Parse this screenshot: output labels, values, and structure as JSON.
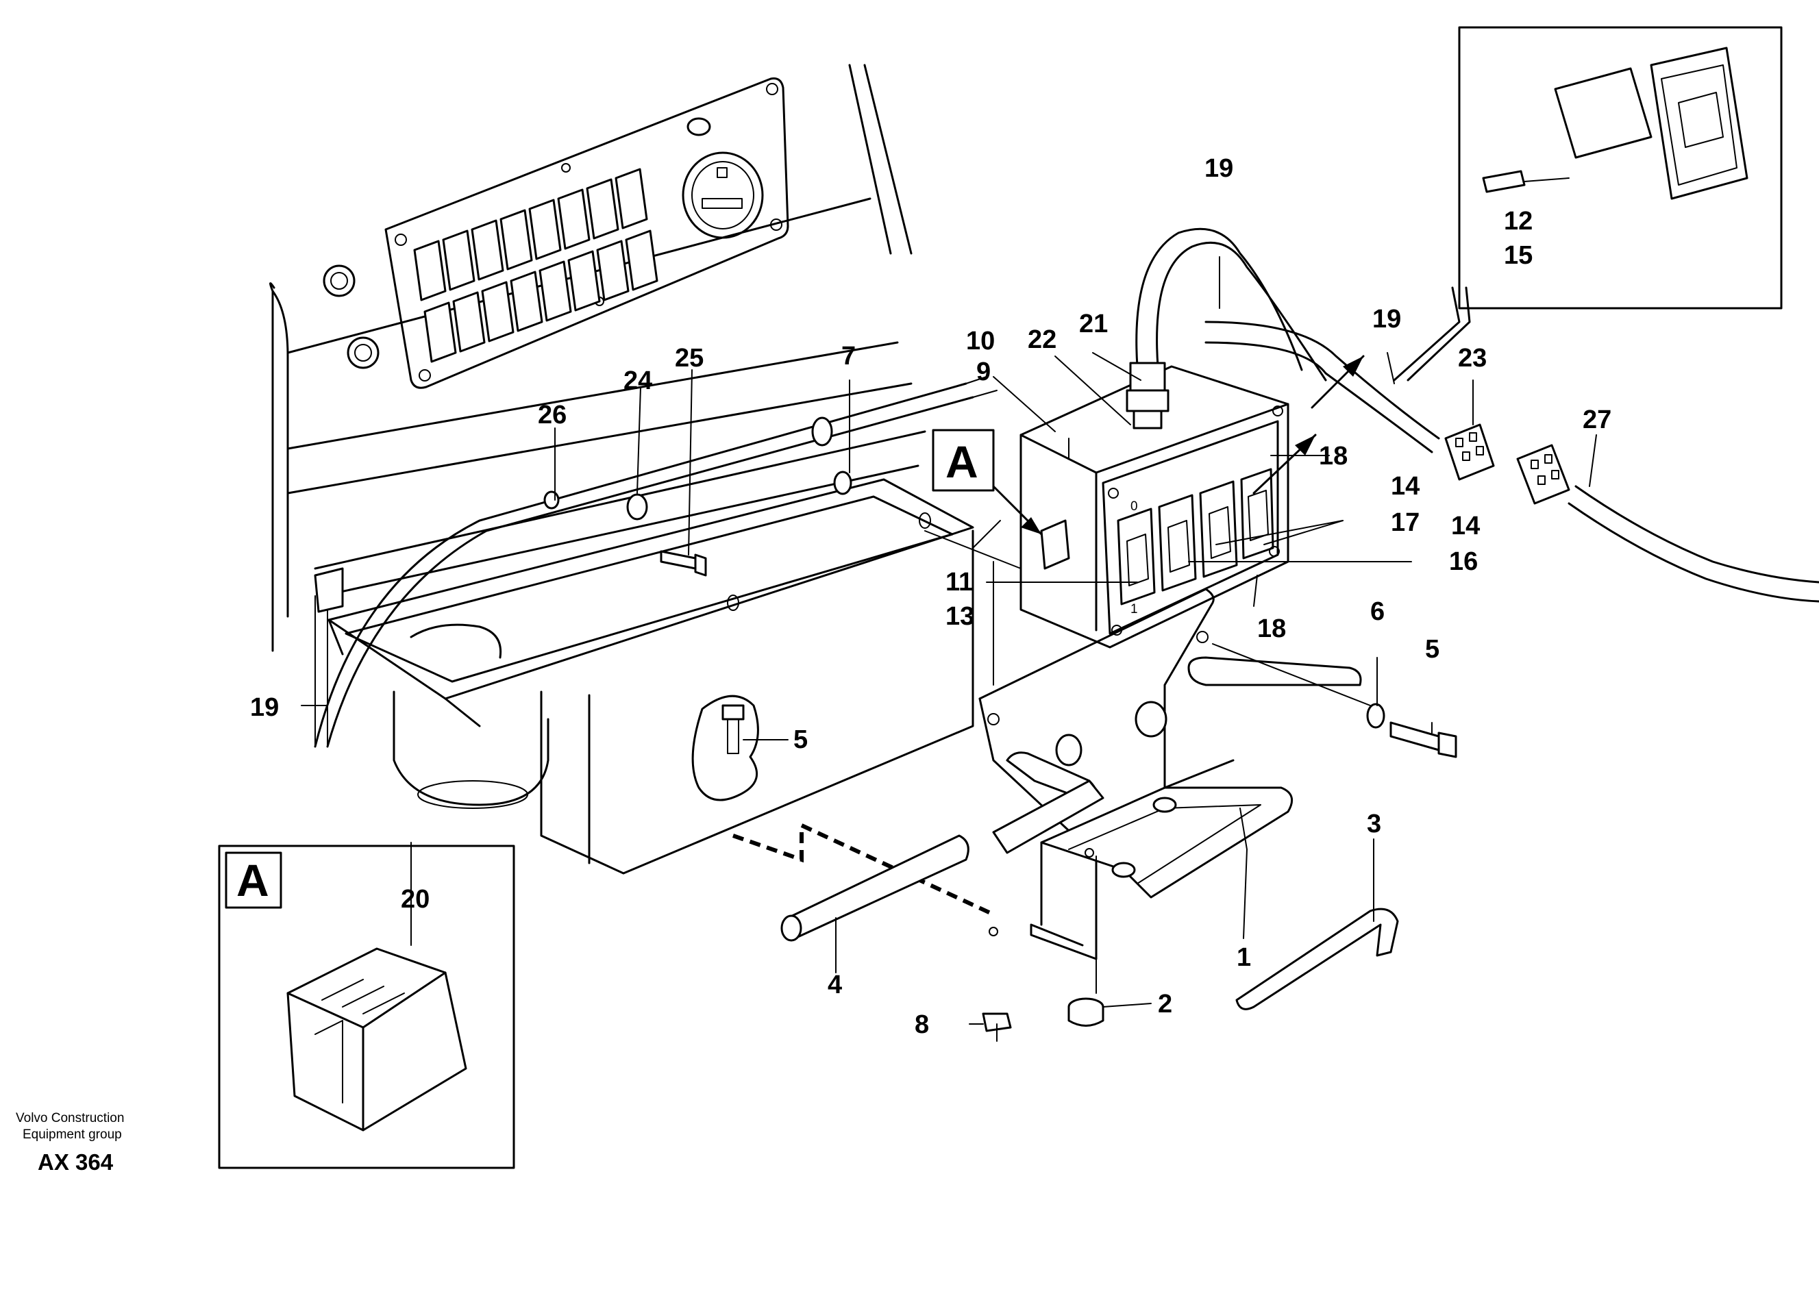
{
  "callouts": [
    {
      "id": "1",
      "text": "1"
    },
    {
      "id": "2",
      "text": "2"
    },
    {
      "id": "3",
      "text": "3"
    },
    {
      "id": "4",
      "text": "4"
    },
    {
      "id": "5a",
      "text": "5"
    },
    {
      "id": "5b",
      "text": "5"
    },
    {
      "id": "6",
      "text": "6"
    },
    {
      "id": "7",
      "text": "7"
    },
    {
      "id": "8",
      "text": "8"
    },
    {
      "id": "9",
      "text": "9"
    },
    {
      "id": "10",
      "text": "10"
    },
    {
      "id": "11",
      "text": "11"
    },
    {
      "id": "12",
      "text": "12"
    },
    {
      "id": "13",
      "text": "13"
    },
    {
      "id": "14a",
      "text": "14"
    },
    {
      "id": "14b",
      "text": "14"
    },
    {
      "id": "15",
      "text": "15"
    },
    {
      "id": "16",
      "text": "16"
    },
    {
      "id": "17",
      "text": "17"
    },
    {
      "id": "18a",
      "text": "18"
    },
    {
      "id": "18b",
      "text": "18"
    },
    {
      "id": "19a",
      "text": "19"
    },
    {
      "id": "19b",
      "text": "19"
    },
    {
      "id": "19c",
      "text": "19"
    },
    {
      "id": "20",
      "text": "20"
    },
    {
      "id": "21",
      "text": "21"
    },
    {
      "id": "22",
      "text": "22"
    },
    {
      "id": "23",
      "text": "23"
    },
    {
      "id": "24",
      "text": "24"
    },
    {
      "id": "25",
      "text": "25"
    },
    {
      "id": "26",
      "text": "26"
    },
    {
      "id": "27",
      "text": "27"
    }
  ],
  "detail_marker": "A",
  "footer": {
    "company_line1": "Volvo Construction",
    "company_line2": "Equipment group",
    "drawing_code": "AX 364"
  },
  "switch_symbols": [
    "0",
    "1"
  ],
  "colors": {
    "line": "#000000",
    "background": "#ffffff"
  }
}
